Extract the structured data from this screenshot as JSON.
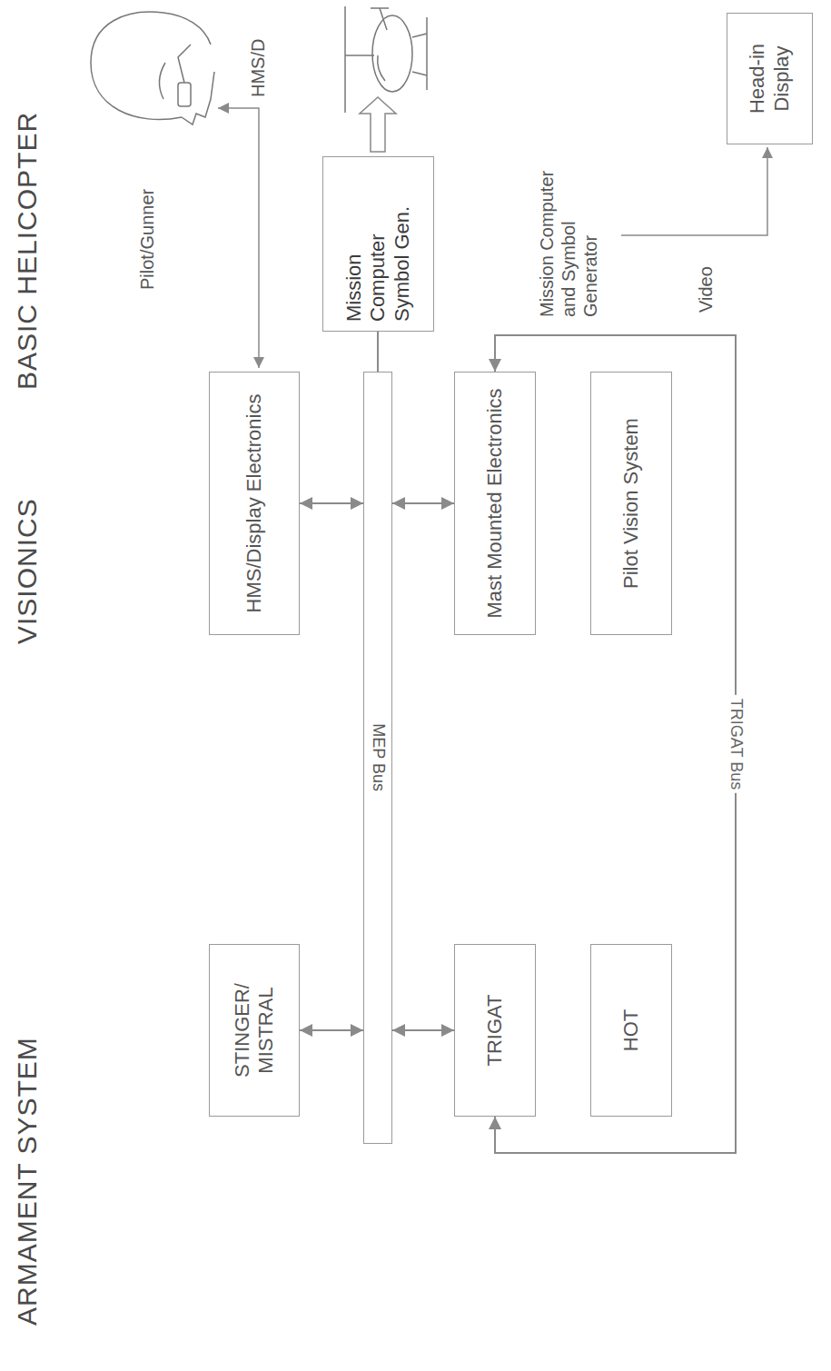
{
  "diagram": {
    "nodes": [
      {
        "text": [
          "Mission Computer Symbol Gen."
        ]
      },
      {
        "text": [
          "STINGER/ MISTRAL"
        ]
      },
      {
        "text": [
          "HMS/Display Electronics"
        ]
      },
      {
        "text": [
          "MEP Bus"
        ]
      },
      {
        "text": [
          "TRIGAT"
        ]
      },
      {
        "text": [
          "Mast Mounted Electronics"
        ]
      },
      {
        "text": [
          "HOT"
        ]
      },
      {
        "text": [
          "Pilot Vision System"
        ]
      },
      {
        "text": [
          "Head-in Display"
        ]
      }
    ],
    "edges": [
      {
        "from": 0,
        "to": 3,
        "arrow": "none"
      },
      {
        "from": 1,
        "to": 3,
        "arrow": "both"
      },
      {
        "from": 2,
        "to": 3,
        "arrow": "both"
      },
      {
        "from": 4,
        "to": 3,
        "arrow": "both"
      },
      {
        "from": 5,
        "to": 3,
        "arrow": "both"
      },
      {
        "from": 4,
        "to": 5,
        "label": "TRIGAT Bus",
        "arrow": "both"
      }
    ],
    "labels": [
      "ARMAMENT SYSTEM",
      "VISIONICS",
      "BASIC HELICOPTER",
      "Pilot/Gunner",
      "HMS/D",
      "Mission Computer and Symbol Generator",
      "Video"
    ]
  }
}
